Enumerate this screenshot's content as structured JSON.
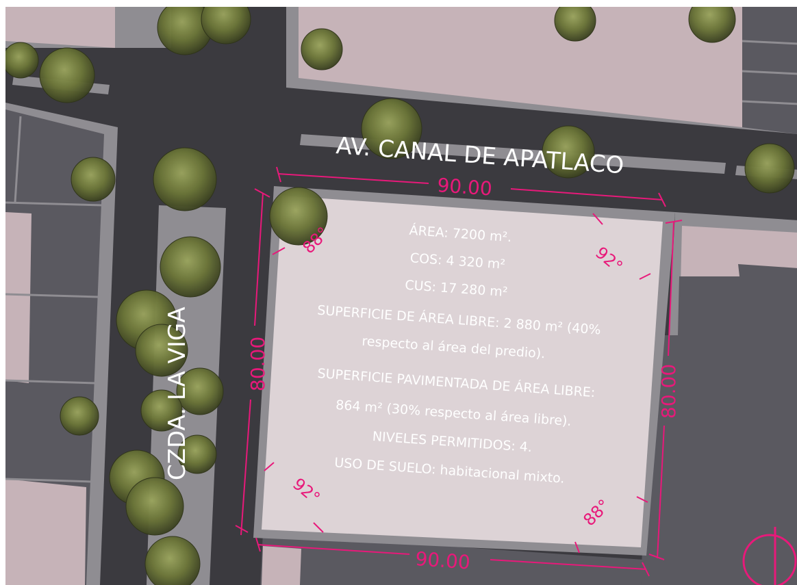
{
  "streets": {
    "avenue": "AV. CANAL DE APATLACO",
    "calzada": "CZDA. LA VIGA"
  },
  "dimensions": {
    "top": "90.00",
    "bottom": "90.00",
    "left": "80.00",
    "right": "80.00"
  },
  "angles": {
    "top_left": "88°",
    "top_right": "92°",
    "bottom_left": "92°",
    "bottom_right": "88°"
  },
  "lot_info": {
    "area": "ÁREA: 7200 m².",
    "cos": "COS: 4 320 m²",
    "cus": "CUS: 17 280 m²",
    "free_area_1": "SUPERFICIE DE ÁREA LIBRE: 2 880 m² (40%",
    "free_area_2": "respecto al área del predio).",
    "paved_area_1": "SUPERFICIE PAVIMENTADA DE ÁREA LIBRE:",
    "paved_area_2": "864 m² (30% respecto al área libre).",
    "levels": "NIVELES PERMITIDOS: 4.",
    "land_use": "USO DE SUELO: habitacional mixto."
  },
  "colors": {
    "road": "#3b3a3f",
    "sidewalk": "#8f8d92",
    "building_pink": "#c6b3b8",
    "building_gray": "#5a5960",
    "lot": "#ddd3d6",
    "annotation": "#e8197a",
    "tree": "#6e7a3c"
  }
}
